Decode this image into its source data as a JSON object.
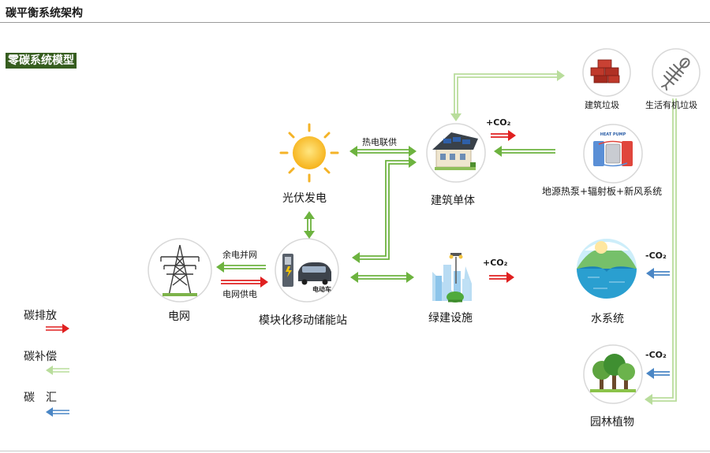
{
  "page_title": "碳平衡系统架构",
  "section_title": "零碳系统模型",
  "nodes": {
    "pv": "光伏发电",
    "building": "建筑单体",
    "grid": "电网",
    "storage": "模块化移动储能站",
    "ev_badge": "电动车",
    "green": "绿建设施",
    "water": "水系统",
    "garden": "园林植物",
    "construction_waste": "建筑垃圾",
    "organic_waste": "生活有机垃圾",
    "heatpump": "地源热泵+辐射板+新风系统",
    "heatpump_badge": "HEAT PUMP"
  },
  "edges": {
    "chp": "热电联供",
    "surplus_grid": "余电并网",
    "grid_supply": "电网供电"
  },
  "co2": {
    "building_plus": "+CO₂",
    "green_plus": "+CO₂",
    "water_minus": "-CO₂",
    "garden_minus": "-CO₂"
  },
  "legend": {
    "emission": "碳排放",
    "compensation": "碳补偿",
    "sink": "碳　汇"
  },
  "colors": {
    "emission": "#e02020",
    "compensation": "#6db33f",
    "compensation_light": "#b9dd9c",
    "sink": "#4a86c5",
    "badge_bg": "#365d1f"
  }
}
